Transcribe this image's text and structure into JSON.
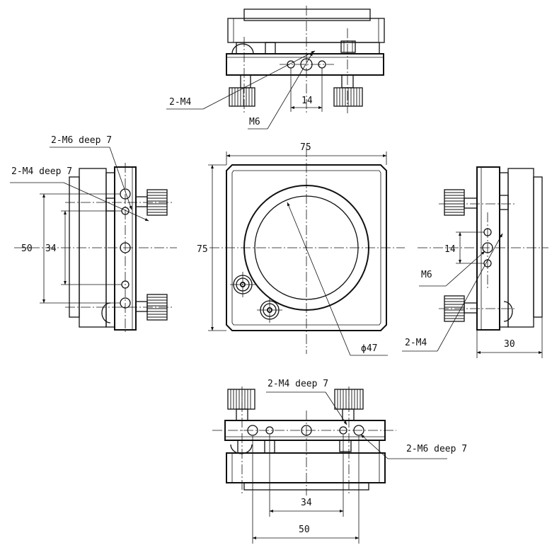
{
  "labels": {
    "top_2m4": "2-M4",
    "top_14": "14",
    "top_m6": "M6",
    "left_2m6": "2-M6 deep 7",
    "left_2m4": "2-M4 deep 7",
    "left_50": "50",
    "left_34": "34",
    "center_75_width": "75",
    "center_75_height": "75",
    "center_phi47": "ϕ47",
    "right_14": "14",
    "right_m6": "M6",
    "right_2m4": "2-M4",
    "right_30": "30",
    "bottom_2m4": "2-M4 deep 7",
    "bottom_2m6": "2-M6  deep 7",
    "bottom_34": "34",
    "bottom_50": "50"
  },
  "colors": {
    "line": "#111111",
    "background": "#ffffff"
  }
}
